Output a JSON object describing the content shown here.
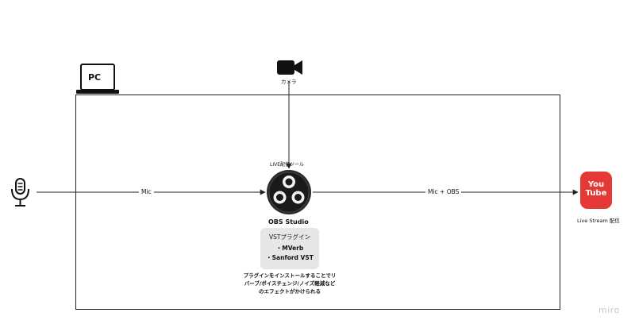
{
  "pc": {
    "label": "PC"
  },
  "camera": {
    "label": "カメラ",
    "icon": "video-camera-icon"
  },
  "microphone": {
    "icon": "microphone-icon"
  },
  "obs": {
    "caption_above": "LIVE配信ツール",
    "name": "OBS Studio",
    "icon": "obs-logo-icon"
  },
  "plugins": {
    "title": "VSTプラグイン",
    "items": [
      "・MVerb",
      "・Sanford VST"
    ]
  },
  "note": {
    "lines": [
      "プラグインをインストールすることでリ",
      "バーブ/ボイスチェンジ/ノイズ軽減など",
      "のエフェクトがかけられる"
    ]
  },
  "edges": {
    "mic_to_obs": "Mic",
    "obs_to_youtube": "Mic + OBS"
  },
  "youtube": {
    "logo_line1": "You",
    "logo_line2": "Tube",
    "label": "Live Stream 配信",
    "color": "#e53935"
  },
  "watermark": "miro"
}
